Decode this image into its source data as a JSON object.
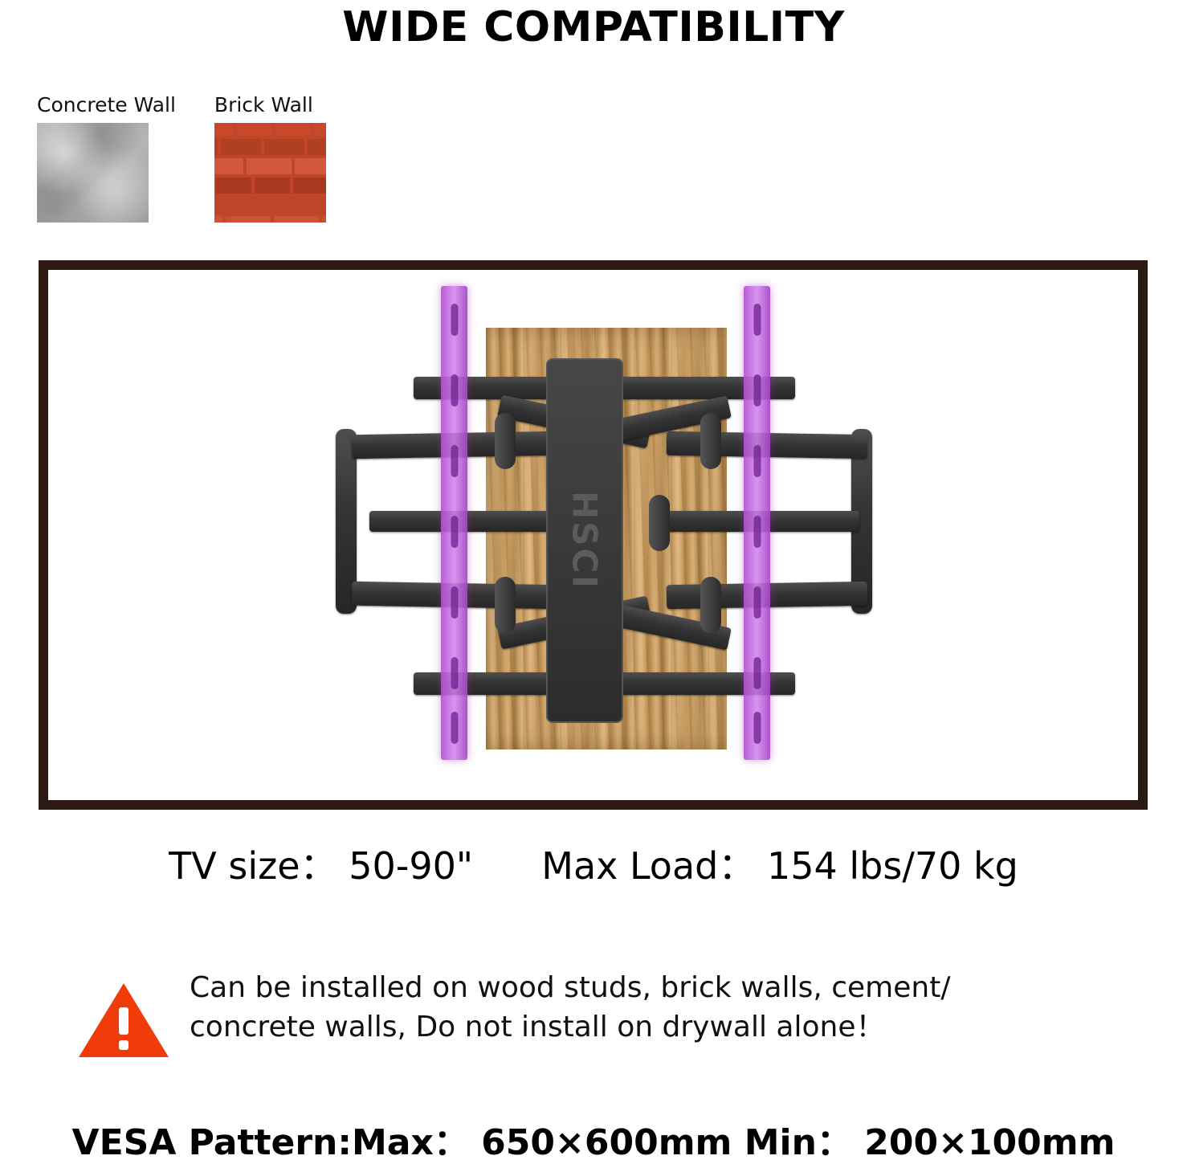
{
  "header": {
    "title": "WIDE COMPATIBILITY"
  },
  "wall_types": [
    {
      "label": "Concrete Wall",
      "swatch": "concrete-texture-image"
    },
    {
      "label": "Brick Wall",
      "swatch": "brick-texture-image"
    }
  ],
  "product_image": {
    "alt": "tv-wall-mount-on-wood-stud-with-purple-rails",
    "plate_logo": "HSCI"
  },
  "specs": {
    "tv_size_label": "TV size：",
    "tv_size_value": "50-90\"",
    "max_load_label": "Max Load：",
    "max_load_value": "154 lbs/70 kg"
  },
  "warning": {
    "icon": "warning-triangle-icon",
    "line1": "Can be installed on wood studs, brick walls, cement/",
    "line2": "concrete walls, Do not install on drywall alone！"
  },
  "vesa": {
    "text": "VESA Pattern:Max： 650×600mm Min： 200×100mm"
  },
  "colors": {
    "warning_orange": "#F03C0A",
    "frame_brown": "#2B1A13",
    "rail_purple": "#B250D2"
  }
}
